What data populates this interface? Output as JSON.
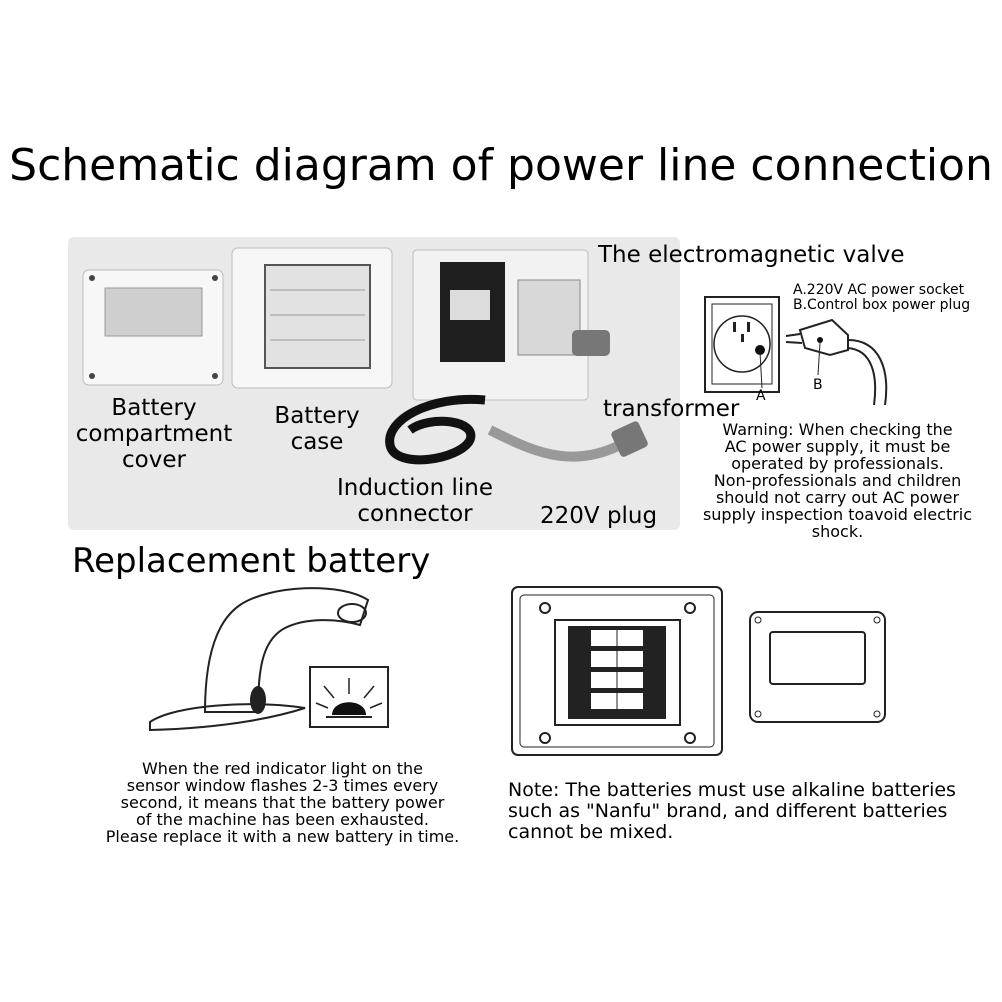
{
  "title": "Schematic diagram of power line connection",
  "labels": {
    "battery_compartment_cover": "Battery\ncompartment\ncover",
    "battery_case": "Battery\ncase",
    "induction_line_connector": "Induction line\nconnector",
    "plug_220v": "220V plug",
    "transformer": "transformer",
    "electromagnetic_valve": "The electromagnetic valve"
  },
  "socket": {
    "line_a": "A.220V AC power socket",
    "line_b": "B.Control box power plug",
    "mark_a": "A",
    "mark_b": "B"
  },
  "warning": "Warning: When checking the\nAC power supply, it must be\noperated by professionals.\nNon-professionals and children\nshould not carry out AC power\nsupply inspection toavoid electric\nshock.",
  "section2_title": "Replacement battery",
  "indicator_text": "When the red indicator light on the\nsensor window flashes 2-3 times every\nsecond, it means that the battery power\nof the machine has been exhausted.\nPlease replace it with a new battery in time.",
  "note": "Note: The batteries must use alkaline batteries\nsuch as \"Nanfu\" brand, and different batteries\ncannot be mixed.",
  "colors": {
    "photo_bg": "#e9e9e9",
    "line": "#222222"
  }
}
